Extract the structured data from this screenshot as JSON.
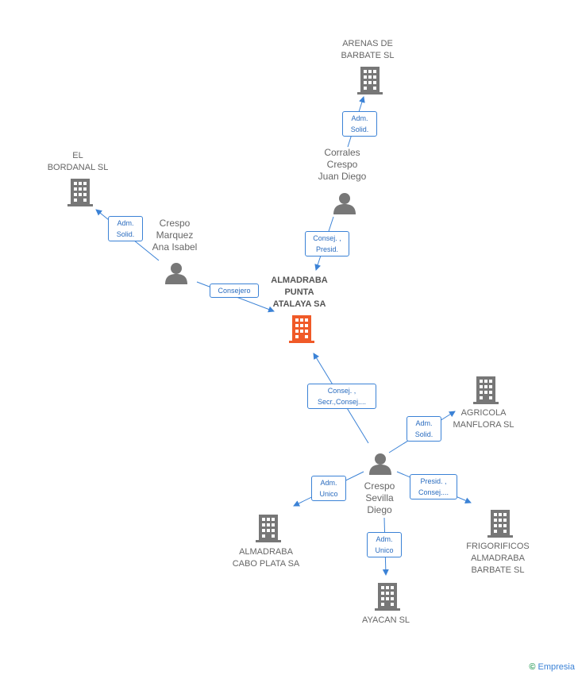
{
  "center": {
    "label": "ALMADRABA\nPUNTA\nATALAYA SA",
    "color": "#f05a28"
  },
  "companies": {
    "arenas": "ARENAS DE\nBARBATE SL",
    "bordanal": "EL\nBORDANAL SL",
    "agricola": "AGRICOLA\nMANFLORA SL",
    "frigorificos": "FRIGORIFICOS\nALMADRABA\nBARBATE SL",
    "cabo_plata": "ALMADRABA\nCABO PLATA SA",
    "ayacan": "AYACAN SL"
  },
  "people": {
    "corrales": "Corrales\nCrespo\nJuan Diego",
    "marquez": "Crespo\nMarquez\nAna Isabel",
    "sevilla": "Crespo\nSevilla\nDiego"
  },
  "roles": {
    "arenas": "Adm.\nSolid.",
    "bordanal": "Adm.\nSolid.",
    "corrales_center": "Consej. ,\nPresid.",
    "marquez_center": "Consejero",
    "sevilla_center": "Consej. ,\nSecr.,Consej....",
    "agricola": "Adm.\nSolid.",
    "frigorificos": "Presid. ,\nConsej....",
    "cabo_plata": "Adm.\nUnico",
    "ayacan": "Adm.\nUnico"
  },
  "colors": {
    "company": "#777777",
    "person": "#777777",
    "edge": "#3b82d6",
    "center": "#f05a28"
  },
  "brand": {
    "copyright": "©",
    "name": "Empresia"
  }
}
